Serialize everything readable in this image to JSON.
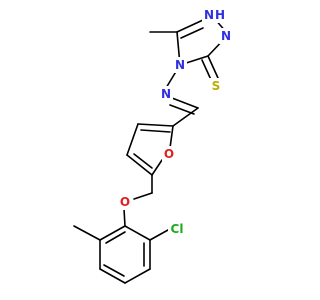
{
  "molecule": {
    "atoms": {
      "n_ring_top": {
        "symbol": "N",
        "color": "#3030e0"
      },
      "nh_label": {
        "symbol": "H",
        "color": "#3030e0"
      },
      "n_ring_left": {
        "symbol": "N",
        "color": "#3030e0"
      },
      "n_ring_center": {
        "symbol": "N",
        "color": "#3030e0"
      },
      "n_imine": {
        "symbol": "N",
        "color": "#3030e0"
      },
      "s_thione": {
        "symbol": "S",
        "color": "#b8b000"
      },
      "o_furan": {
        "symbol": "O",
        "color": "#e02020"
      },
      "o_ether": {
        "symbol": "O",
        "color": "#e02020"
      },
      "cl": {
        "symbol": "Cl",
        "color": "#1faa1f"
      }
    },
    "colors": {
      "bond": "#000000",
      "nitrogen": "#3030e0",
      "oxygen": "#e02020",
      "sulfur": "#b8b000",
      "chlorine": "#1faa1f"
    }
  }
}
